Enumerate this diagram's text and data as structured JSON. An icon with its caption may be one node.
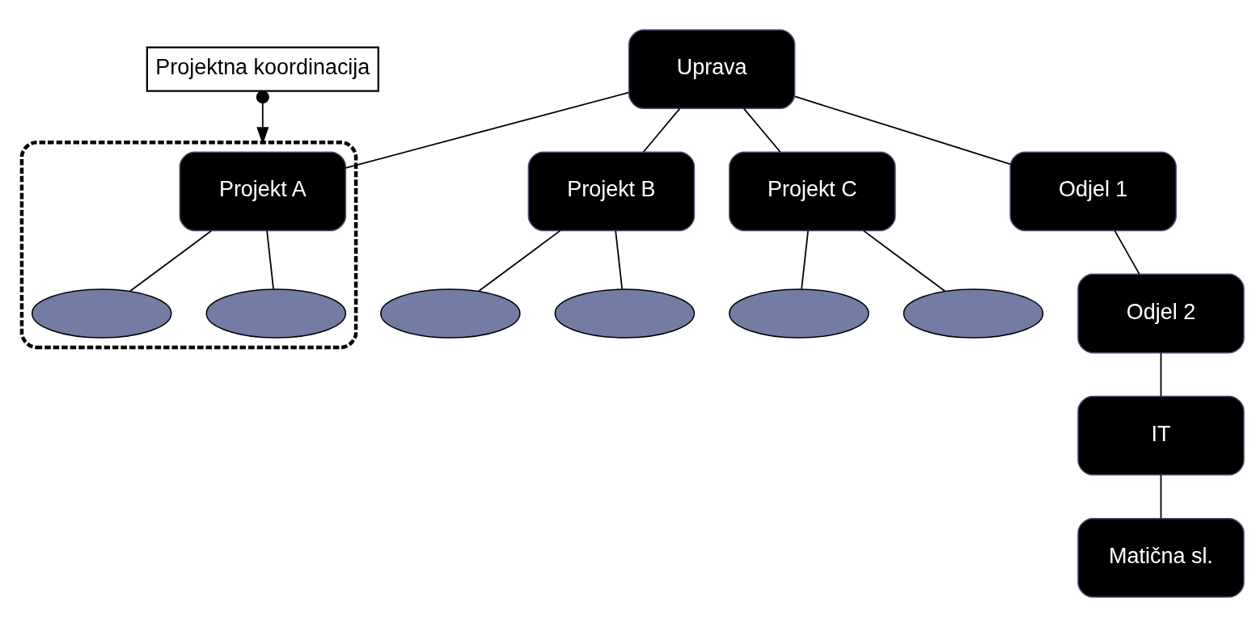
{
  "diagram": {
    "nodes": [
      {
        "text": [
          "Projektna koordinacija"
        ]
      },
      {
        "text": [
          "Uprava"
        ]
      },
      {
        "text": [],
        "shape": "box"
      },
      {
        "text": [
          "Projekt A"
        ],
        "in": 2
      },
      {
        "text": [
          "Projekt B"
        ]
      },
      {
        "text": [
          "Projekt C"
        ]
      },
      {
        "text": [
          "Odjel 1"
        ]
      },
      {
        "text": [
          "Odjel 2"
        ]
      },
      {
        "text": [
          "IT"
        ]
      },
      {
        "text": [
          "Matična sl."
        ]
      },
      {
        "text": [],
        "shape": "ellipse",
        "in": 2
      },
      {
        "text": [],
        "shape": "ellipse",
        "in": 2
      },
      {
        "text": [],
        "shape": "ellipse"
      },
      {
        "text": [],
        "shape": "ellipse"
      },
      {
        "text": [],
        "shape": "ellipse"
      },
      {
        "text": [],
        "shape": "ellipse"
      }
    ],
    "edges": [
      {
        "from": 0,
        "to": 2,
        "arrow": "to"
      },
      {
        "from": 1,
        "to": 3,
        "arrow": "none"
      },
      {
        "from": 1,
        "to": 4,
        "arrow": "none"
      },
      {
        "from": 1,
        "to": 5,
        "arrow": "none"
      },
      {
        "from": 1,
        "to": 6,
        "arrow": "none"
      },
      {
        "from": 6,
        "to": 7,
        "arrow": "none"
      },
      {
        "from": 7,
        "to": 8,
        "arrow": "none"
      },
      {
        "from": 8,
        "to": 9,
        "arrow": "none"
      },
      {
        "from": 3,
        "to": 10,
        "arrow": "none"
      },
      {
        "from": 3,
        "to": 11,
        "arrow": "none"
      },
      {
        "from": 4,
        "to": 12,
        "arrow": "none"
      },
      {
        "from": 4,
        "to": 13,
        "arrow": "none"
      },
      {
        "from": 5,
        "to": 14,
        "arrow": "none"
      },
      {
        "from": 5,
        "to": 15,
        "arrow": "none"
      }
    ]
  }
}
